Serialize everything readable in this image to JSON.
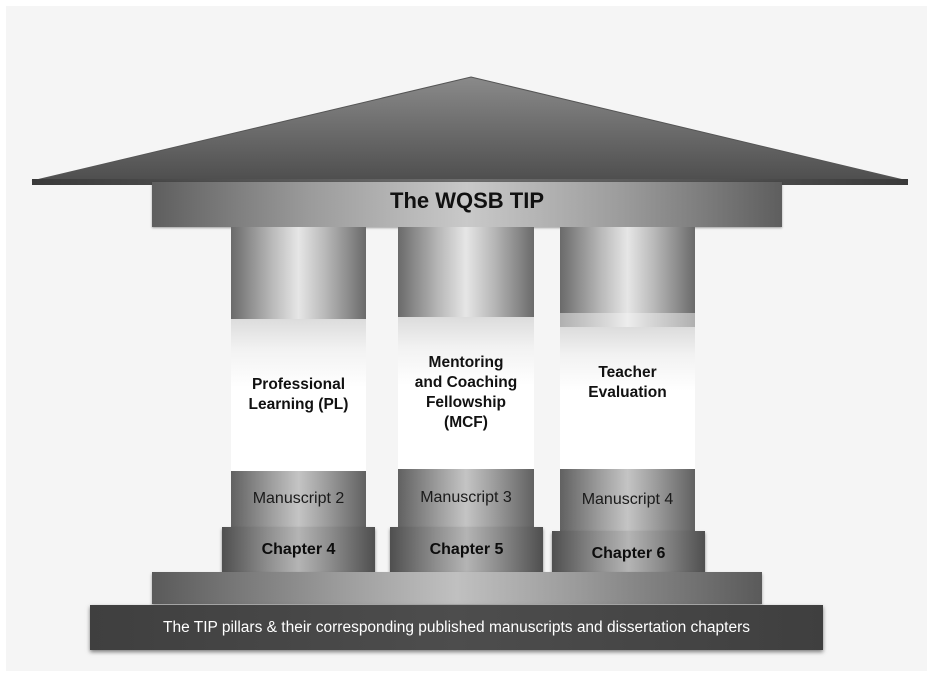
{
  "title": "The WQSB TIP",
  "pillars": [
    {
      "label_lines": [
        "Professional",
        "Learning (PL)"
      ],
      "manuscript": "Manuscript 2",
      "chapter": "Chapter 4"
    },
    {
      "label_lines": [
        "Mentoring",
        "and Coaching",
        "Fellowship",
        "(MCF)"
      ],
      "manuscript": "Manuscript 3",
      "chapter": "Chapter 5"
    },
    {
      "label_lines": [
        "Teacher",
        "Evaluation"
      ],
      "manuscript": "Manuscript 4",
      "chapter": "Chapter 6"
    }
  ],
  "caption": "The TIP pillars & their corresponding published manuscripts and dissertation chapters"
}
